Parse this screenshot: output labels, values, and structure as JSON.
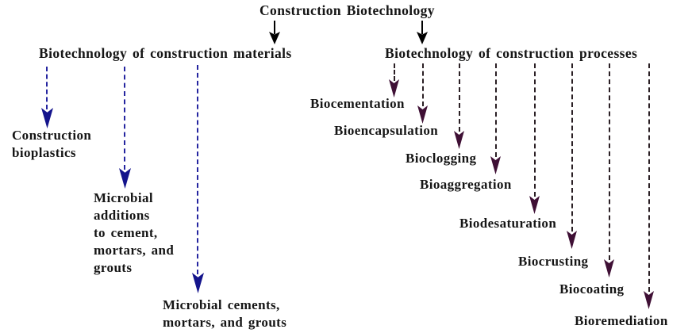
{
  "title": "Construction Biotechnology",
  "branches": {
    "materials": {
      "heading": "Biotechnology of construction materials",
      "items": [
        {
          "id": "construction-bioplastics",
          "label": "Construction\nbioplastics"
        },
        {
          "id": "microbial-additions",
          "label": "Microbial\nadditions\nto cement,\nmortars, and\ngrouts"
        },
        {
          "id": "microbial-cements",
          "label": "Microbial cements,\nmortars, and grouts"
        }
      ]
    },
    "processes": {
      "heading": "Biotechnology of construction processes",
      "items": [
        {
          "id": "biocementation",
          "label": "Biocementation"
        },
        {
          "id": "bioencapsulation",
          "label": "Bioencapsulation"
        },
        {
          "id": "bioclogging",
          "label": "Bioclogging"
        },
        {
          "id": "bioaggregation",
          "label": "Bioaggregation"
        },
        {
          "id": "biodesaturation",
          "label": "Biodesaturation"
        },
        {
          "id": "biocrusting",
          "label": "Biocrusting"
        },
        {
          "id": "biocoating",
          "label": "Biocoating"
        },
        {
          "id": "bioremediation",
          "label": "Bioremediation"
        }
      ]
    }
  },
  "colors": {
    "text": "#151515",
    "solid_arrow": "#000000",
    "materials_dash": "#2525a0",
    "materials_arrowhead": "#14148c",
    "processes_dash": "#2a1f24",
    "processes_arrowhead": "#3f1035"
  }
}
